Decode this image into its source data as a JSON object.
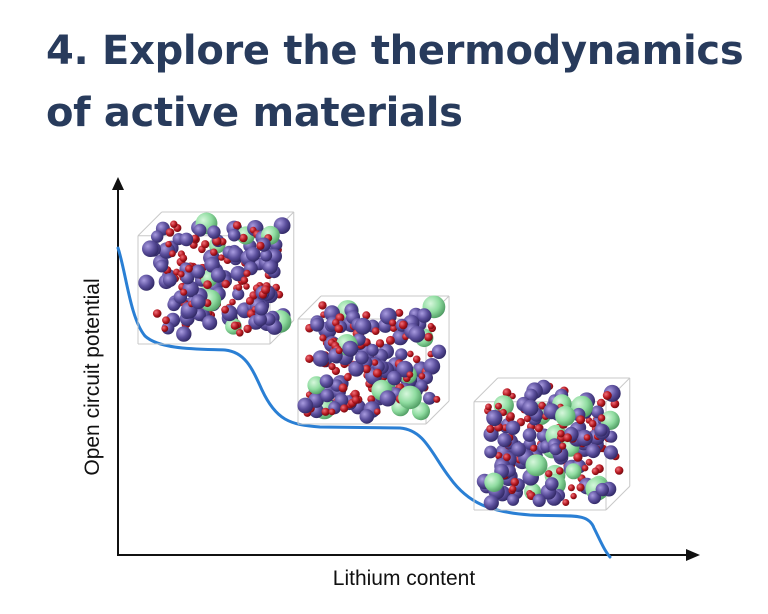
{
  "heading": {
    "line1": "4. Explore the thermodynamics",
    "line2": "of active materials"
  },
  "axes": {
    "xlabel": "Lithium content",
    "ylabel": "Open circuit potential"
  },
  "colors": {
    "title": "#283b5c",
    "curve": "#2a7fd4",
    "axis": "#111111",
    "atom_large": "#8fdca0",
    "atom_medium": "#5b4f9c",
    "atom_small": "#b3161e",
    "cell_edge": "#c8c8c8"
  },
  "crystal_structures": [
    {
      "id": "structure-1",
      "icon": "crystal-lattice-low-lithium"
    },
    {
      "id": "structure-2",
      "icon": "crystal-lattice-mid-lithium"
    },
    {
      "id": "structure-3",
      "icon": "crystal-lattice-high-lithium"
    }
  ]
}
